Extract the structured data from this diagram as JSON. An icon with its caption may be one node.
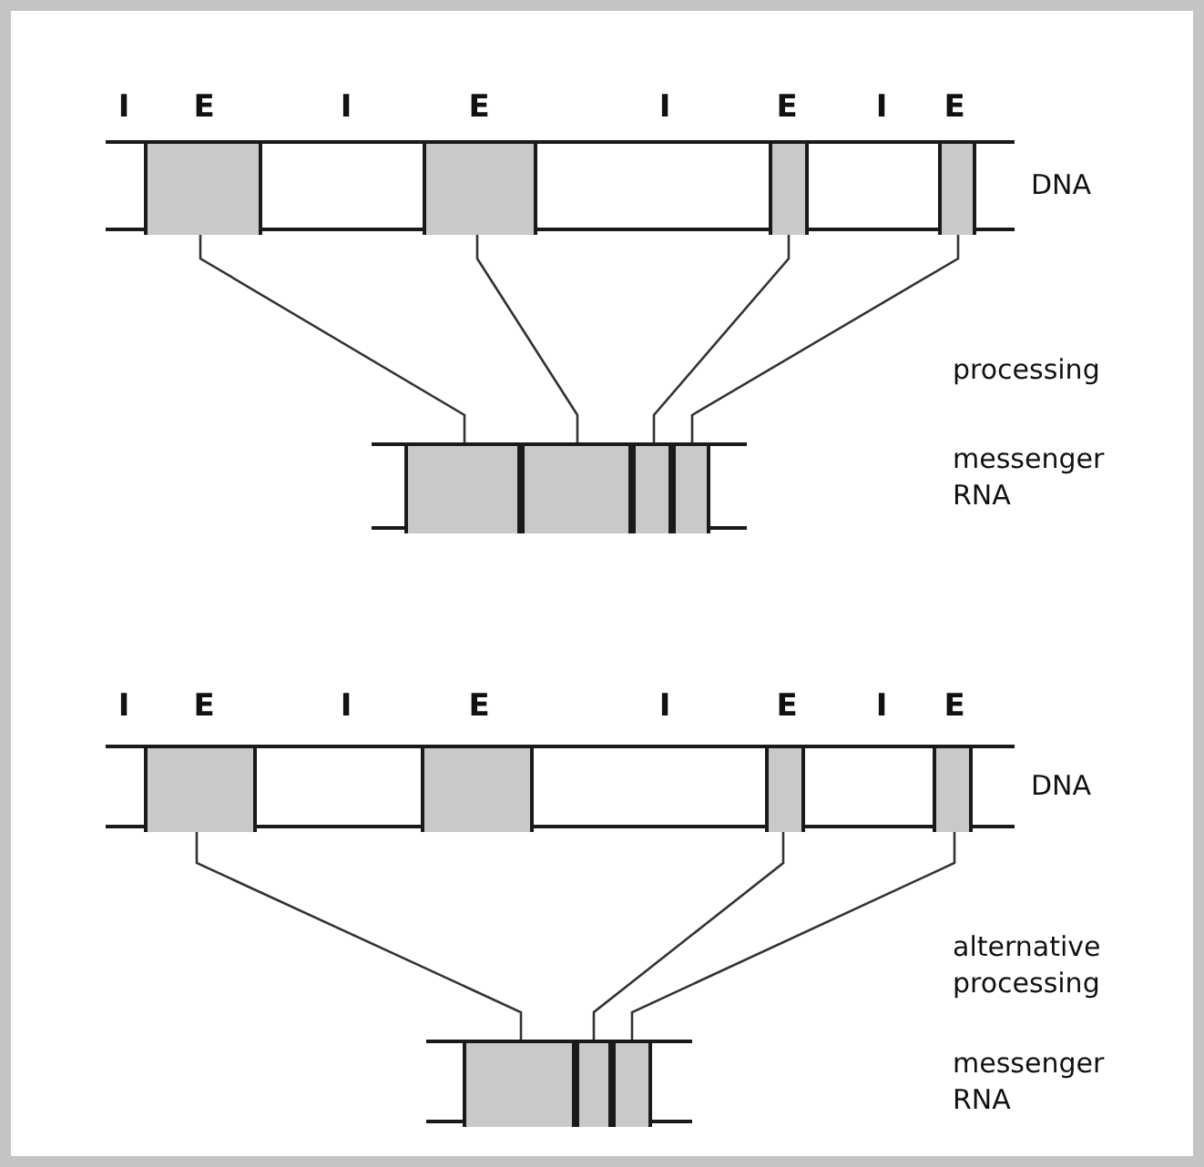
{
  "diagram": {
    "nodes": [
      {
        "text": [],
        "shape": "bar",
        "beside": [
          "DNA"
        ]
      },
      {
        "text": [],
        "shape": "box",
        "in": 0
      },
      {
        "text": [],
        "shape": "box",
        "in": 0
      },
      {
        "text": [],
        "shape": "box",
        "in": 0
      },
      {
        "text": [],
        "shape": "box",
        "in": 0
      },
      {
        "text": [],
        "shape": "bar"
      },
      {
        "text": [],
        "shape": "box",
        "in": 5
      },
      {
        "text": [],
        "shape": "box",
        "in": 5
      },
      {
        "text": [],
        "shape": "box",
        "in": 5
      },
      {
        "text": [],
        "shape": "box",
        "in": 5
      },
      {
        "text": [],
        "shape": "bar",
        "beside": [
          "DNA"
        ]
      },
      {
        "text": [],
        "shape": "box",
        "in": 10
      },
      {
        "text": [],
        "shape": "box",
        "in": 10
      },
      {
        "text": [],
        "shape": "box",
        "in": 10
      },
      {
        "text": [],
        "shape": "box",
        "in": 10
      },
      {
        "text": [],
        "shape": "bar"
      },
      {
        "text": [],
        "shape": "box",
        "in": 15
      },
      {
        "text": [],
        "shape": "box",
        "in": 15
      },
      {
        "text": [],
        "shape": "box",
        "in": 15
      }
    ],
    "edges": [
      {
        "from": 1,
        "to": 6,
        "arrow": "none"
      },
      {
        "from": 2,
        "to": 7,
        "arrow": "none"
      },
      {
        "from": 3,
        "to": 8,
        "arrow": "none"
      },
      {
        "from": 4,
        "to": 9,
        "arrow": "none"
      },
      {
        "from": 11,
        "to": 16,
        "arrow": "none"
      },
      {
        "from": 13,
        "to": 17,
        "arrow": "none"
      },
      {
        "from": 14,
        "to": 18,
        "arrow": "none"
      }
    ],
    "labels": [
      "I",
      "E",
      "I",
      "E",
      "I",
      "E",
      "I",
      "E",
      "processing",
      "messenger RNA",
      "I",
      "E",
      "I",
      "E",
      "I",
      "E",
      "I",
      "E",
      "alternative processing",
      "messenger RNA"
    ]
  }
}
